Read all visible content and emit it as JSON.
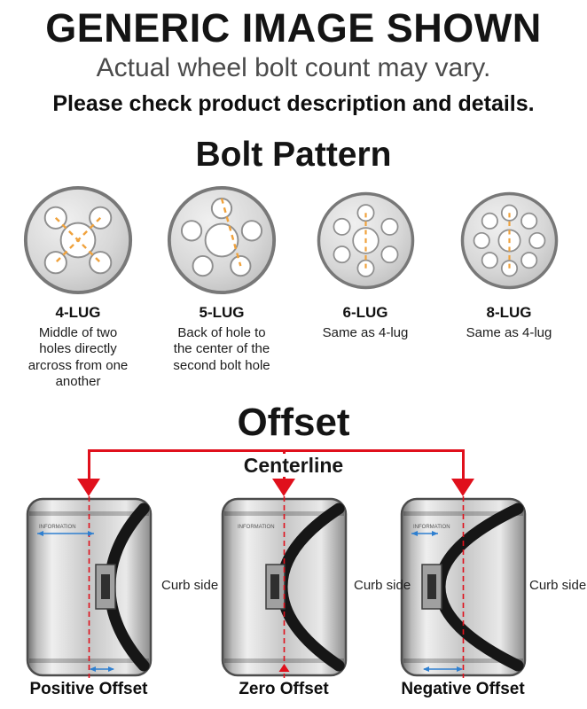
{
  "header": {
    "title": "GENERIC IMAGE SHOWN",
    "subtitle": "Actual wheel bolt count may vary.",
    "note": "Please check product description and details."
  },
  "bolt_pattern": {
    "title": "Bolt Pattern",
    "items": [
      {
        "label": "4-LUG",
        "description": "Middle of two holes directly arcross from one another"
      },
      {
        "label": "5-LUG",
        "description": "Back of hole to the center of the second bolt hole"
      },
      {
        "label": "6-LUG",
        "description": "Same as 4-lug"
      },
      {
        "label": "8-LUG",
        "description": "Same as 4-lug"
      }
    ]
  },
  "offset": {
    "title": "Offset",
    "centerline_label": "Centerline",
    "curb_side_label": "Curb side",
    "watermark": "INFORMATION",
    "labels": [
      "Positive Offset",
      "Zero Offset",
      "Negative Offset"
    ]
  },
  "colors": {
    "centerline_red": "#e0101c",
    "measure_blue": "#2e7fd0",
    "dash_orange": "#f0a23c"
  }
}
